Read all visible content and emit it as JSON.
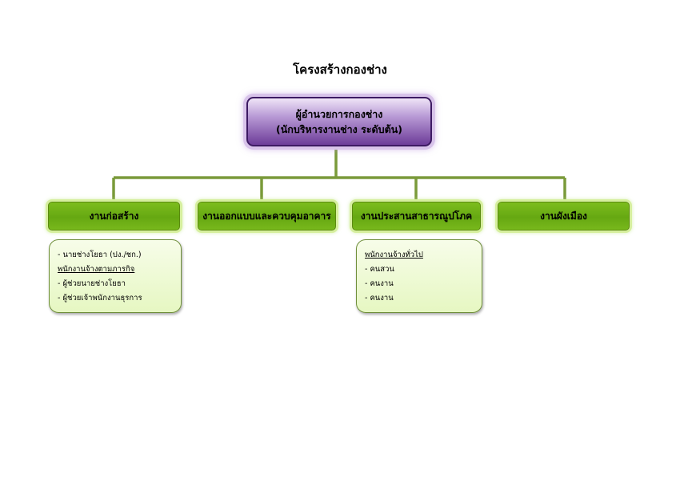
{
  "title": "โครงสร้างกองช่าง",
  "head": {
    "line1": "ผู้อำนวยการกองช่าง",
    "line2": "(นักบริหารงานช่าง ระดับต้น)"
  },
  "departments": [
    {
      "label": "งานก่อสร้าง",
      "details": [
        {
          "text": "- นายช่างโยธา (ปง./ชก.)",
          "underline": false
        },
        {
          "text": "พนักงานจ้างตามภารกิจ",
          "underline": true
        },
        {
          "text": "- ผู้ช่วยนายช่างโยธา",
          "underline": false
        },
        {
          "text": "- ผู้ช่วยเจ้าพนักงานธุรการ",
          "underline": false
        }
      ]
    },
    {
      "label": "งานออกแบบและควบคุมอาคาร",
      "details": []
    },
    {
      "label": "งานประสานสาธารณูปโภค",
      "details": [
        {
          "text": "พนักงานจ้างทั่วไป",
          "underline": true
        },
        {
          "text": "- คนสวน",
          "underline": false
        },
        {
          "text": "- คนงาน",
          "underline": false
        },
        {
          "text": "- คนงาน",
          "underline": false
        }
      ]
    },
    {
      "label": "งานผังเมือง",
      "details": []
    }
  ],
  "colors": {
    "head_border": "#3d1a63",
    "dept_fill": "#6aaa14",
    "connector": "#7a9a3a",
    "detail_fill": "#eef9d6"
  }
}
